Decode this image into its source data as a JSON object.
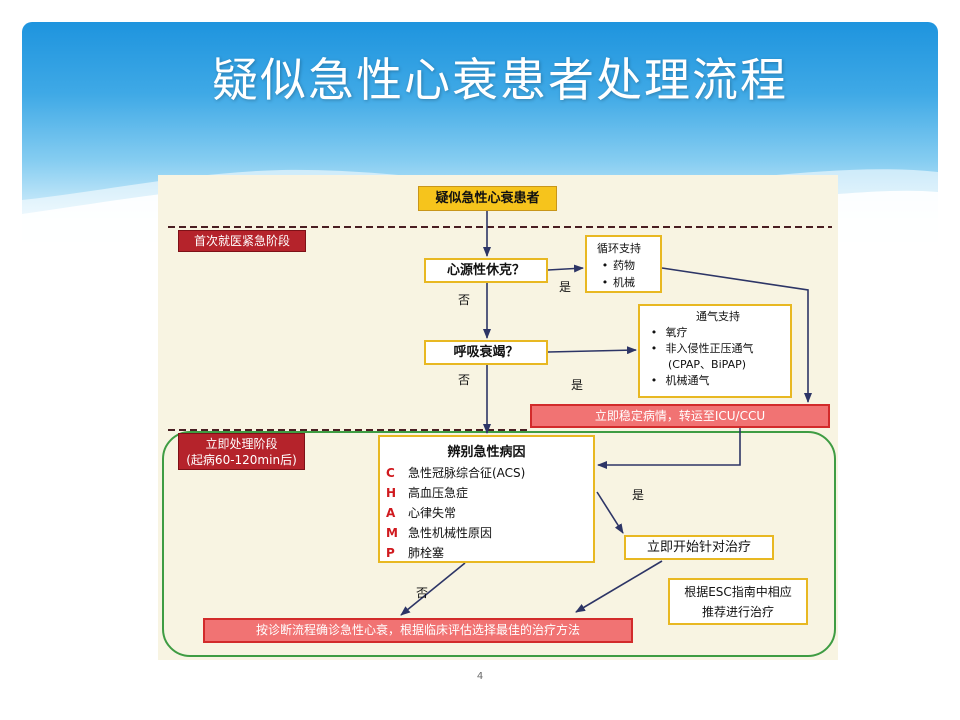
{
  "slide": {
    "title": "疑似急性心衰患者处理流程",
    "page_number": "4"
  },
  "flowchart": {
    "start": "疑似急性心衰患者",
    "phase1_label": "首次就医紧急阶段",
    "phase2_label": {
      "line1": "立即处理阶段",
      "line2": "(起病60-120min后)"
    },
    "question_shock": "心源性休克？",
    "question_respiratory": "呼吸衰竭？",
    "yes_label": "是",
    "no_label": "否",
    "circulatory_support": {
      "title": "循环支持",
      "items": [
        "药物",
        "机械"
      ]
    },
    "ventilation_support": {
      "title": "通气支持",
      "items": [
        {
          "text": "氧疗"
        },
        {
          "text": "非入侵性正压通气",
          "continuation": "(CPAP、BiPAP)"
        },
        {
          "text": "机械通气"
        }
      ]
    },
    "icu_transfer": "立即稳定病情，转运至ICU/CCU",
    "etiology": {
      "title": "辨别急性病因",
      "items": [
        {
          "letter": "C",
          "text": "急性冠脉综合征(ACS)"
        },
        {
          "letter": "H",
          "text": "高血压急症"
        },
        {
          "letter": "A",
          "text": "心律失常"
        },
        {
          "letter": "M",
          "text": "急性机械性原因"
        },
        {
          "letter": "P",
          "text": "肺栓塞"
        }
      ]
    },
    "targeted_treatment": "立即开始针对治疗",
    "esc_guideline": {
      "line1": "根据ESC指南中相应",
      "line2": "推荐进行治疗"
    },
    "diagnostic_pathway": "按诊断流程确诊急性心衰，根据临床评估选择最佳的治疗方法",
    "bullet_symbol": "•"
  },
  "colors": {
    "header_blue": "#1e94de",
    "panel_beige": "#f8f4e2",
    "start_yellow": "#f6c41c",
    "box_border_yellow": "#e8b822",
    "phase_label_red": "#b5232b",
    "alert_pink": "#f17373",
    "alert_border_red": "#d22b2b",
    "acronym_red": "#d0191e",
    "frame_green": "#3f9c43",
    "arrow_navy": "#2d3566"
  }
}
